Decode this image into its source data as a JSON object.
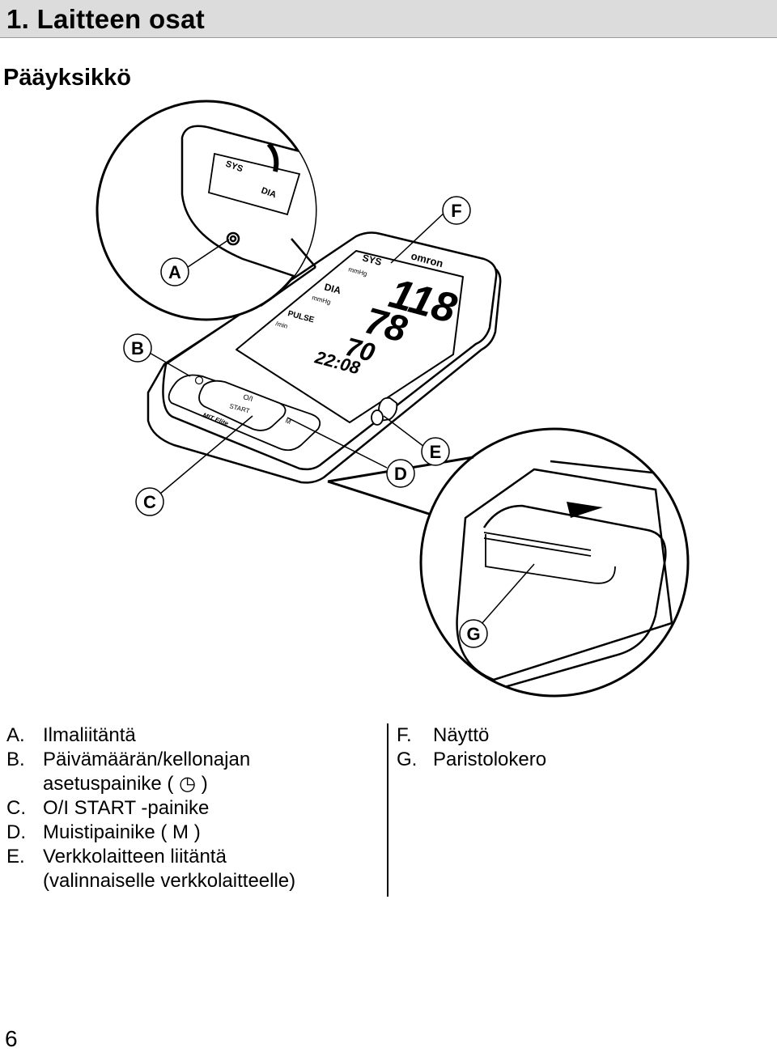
{
  "header": {
    "section_title": "1.  Laitteen osat"
  },
  "subheading": "Pääyksikkö",
  "diagram": {
    "callouts": [
      "A",
      "B",
      "C",
      "D",
      "E",
      "F",
      "G"
    ],
    "device": {
      "brand": "omron",
      "sys_label": "SYS",
      "dia_label": "DIA",
      "pulse_label": "PULSE",
      "unit_mmhg": "mmHg",
      "unit_min": "/min",
      "sys_value": "118",
      "dia_value": "78",
      "pulse_value": "70",
      "time_value": "22:08",
      "power_label": "O/I",
      "start_label": "START",
      "model_label": "MIT Elite",
      "memory_label": "M"
    }
  },
  "parts": {
    "left": [
      {
        "letter": "A.",
        "text": "Ilmaliitäntä"
      },
      {
        "letter": "B.",
        "text": "Päivämäärän/kellonajan"
      },
      {
        "letter": "",
        "text": "asetuspainike ( ◷ )"
      },
      {
        "letter": "C.",
        "text": "O/I START -painike"
      },
      {
        "letter": "D.",
        "text": "Muistipainike ( M )"
      },
      {
        "letter": "E.",
        "text": "Verkkolaitteen liitäntä"
      },
      {
        "letter": "",
        "text": "(valinnaiselle verkkolaitteelle)"
      }
    ],
    "right": [
      {
        "letter": "F.",
        "text": "Näyttö"
      },
      {
        "letter": "G.",
        "text": "Paristolokero"
      }
    ]
  },
  "page_number": "6"
}
